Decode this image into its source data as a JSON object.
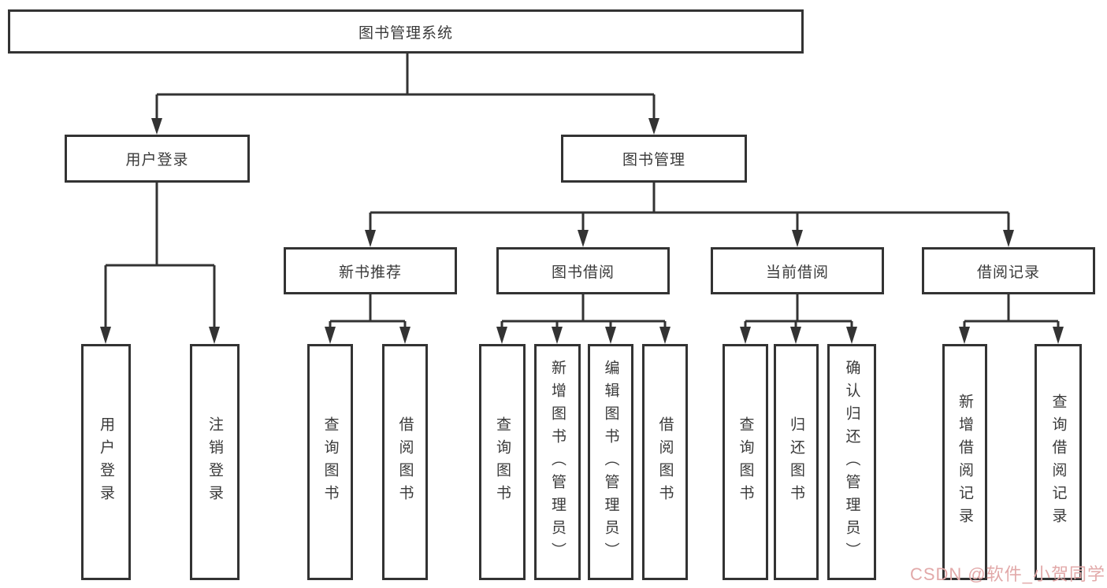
{
  "diagram": {
    "type": "tree",
    "root": {
      "label": "图书管理系统"
    },
    "branches": [
      {
        "label": "用户登录",
        "children": [
          {
            "label": "用户登录"
          },
          {
            "label": "注销登录"
          }
        ]
      },
      {
        "label": "图书管理",
        "children": [
          {
            "label": "新书推荐",
            "children": [
              {
                "label": "查询图书"
              },
              {
                "label": "借阅图书"
              }
            ]
          },
          {
            "label": "图书借阅",
            "children": [
              {
                "label": "查询图书"
              },
              {
                "label": "新增图书（管理员）"
              },
              {
                "label": "编辑图书（管理员）"
              },
              {
                "label": "借阅图书"
              }
            ]
          },
          {
            "label": "当前借阅",
            "children": [
              {
                "label": "查询图书"
              },
              {
                "label": "归还图书"
              },
              {
                "label": "确认归还（管理员）"
              }
            ]
          },
          {
            "label": "借阅记录",
            "children": [
              {
                "label": "新增借阅记录"
              },
              {
                "label": "查询借阅记录"
              }
            ]
          }
        ]
      }
    ]
  },
  "colors": {
    "line": "#333333",
    "box_border": "#333333",
    "box_background": "#ffffff",
    "text": "#3a3a3a",
    "watermark": "#e2a9a9",
    "page_background": "#ffffff"
  },
  "watermark": {
    "text": "CSDN @软件_小贺同学"
  }
}
